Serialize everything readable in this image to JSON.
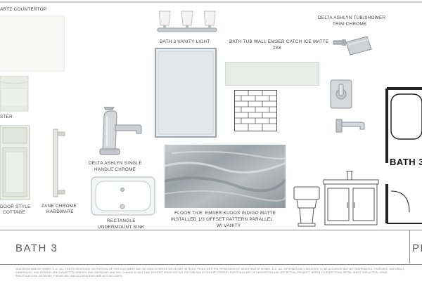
{
  "board": {
    "labels": {
      "quartz": "ARTZ COUNTERTOP",
      "vanity_light": "BATH 3 VANITY LIGHT",
      "tub_wall": "BATH TUB WALL EMSER CATCH ICE MATTE",
      "tub_wall_size": "2X8",
      "tub_shower_line1": "DELTA ASHLYN TUB/SHOWER",
      "tub_shower_line2": "TRIM CHROME",
      "vanity_color": "STER",
      "cabinet_line1": "DOOR STYLE",
      "cabinet_line2": "COTTAGE",
      "hardware_line1": "ZANE CHROME",
      "hardware_line2": "HARDWARE",
      "faucet_line1": "DELTA ASHLYN SINGLE",
      "faucet_line2": "HANDLE CHROME",
      "sink_line1": "RECTANGLE",
      "sink_line2": "UNDERMOUNT SINK",
      "floor_line1": "FLOOR TILE: EMSER KUDOS INDIGO MATTE",
      "floor_line2": "INSTALLED 1/3 OFFSET PATTERN PARALLEL",
      "floor_line3": "W/ VANITY",
      "plan_label": "BATH 3"
    },
    "footer": {
      "title": "BATH 3",
      "right_text": "PR",
      "legal": "2025 BRIGHTWATER HOMES, LLC. ALL RIGHTS RESERVED. NO PORTION OF THIS DOCUMENT MAY BE USED IN WHOLE OR IN PART WITHOUT PRIOR WRITTEN PERMISSION OF BRIGHTWATER HOMES, LLC. ALL INFORMATION IS BELIEVED TO BE ACCURATE BUT NOT WARRANTED. FEATURES, MATERIALS, DIMENSIONS, AND DESIGNS ARE SUBJECT TO ERRORS AND OMISSIONS AND MAY CHANGE AT ANY TIME WITHOUT PRIOR NOTICE. PICTURES IN EXTERIOR CONCEPT PORTFOLIO ARE OF INSPIRATION AND NOT ACTUAL PRODUCT. REFER TO SELECTIONS DETAIL SHEET FOR ACTUAL HOME SPECIFICATIONS. ARTWORK, FURNITURE, AND ACCESSORIES ARE NOT INCLUDED."
    }
  },
  "colors": {
    "chrome": "#c9ccd0",
    "chrome_dark": "#8d9297",
    "tile_green": "#e4ebe6",
    "marble_base": "#a7aeb2",
    "line": "#8a8a8a"
  }
}
